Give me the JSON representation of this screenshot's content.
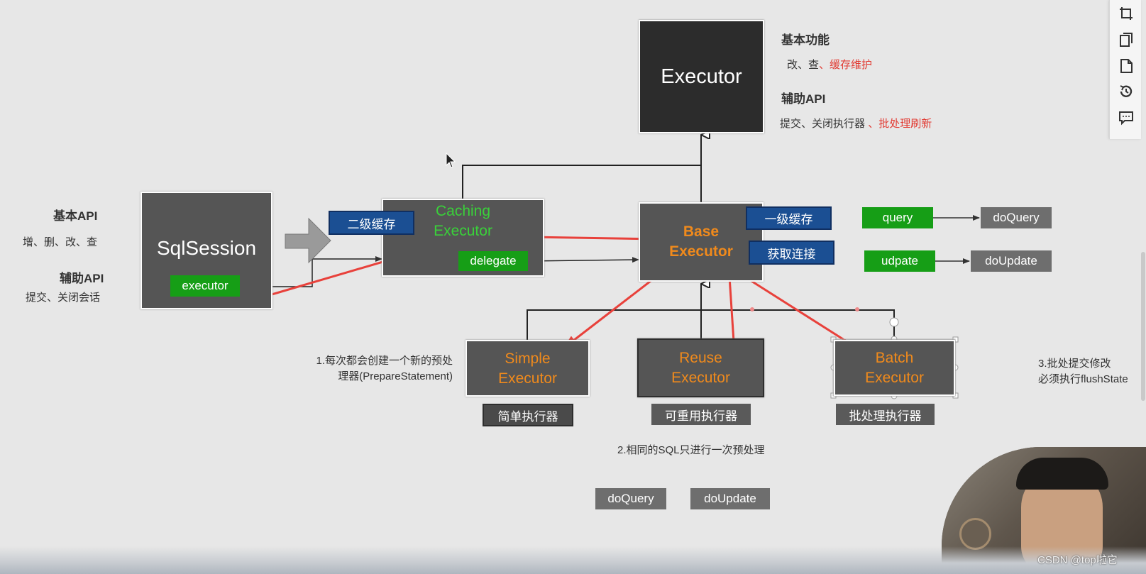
{
  "executor": {
    "title": "Executor"
  },
  "executor_info": {
    "basic_title": "基本功能",
    "basic_plain": "改、查",
    "basic_red": "、缓存维护",
    "aux_title": "辅助API",
    "aux_plain": "提交、关闭执行器",
    "aux_red": "、批处理刷新"
  },
  "sqlsession": {
    "title": "SqlSession",
    "field": "executor",
    "basic_api_title": "基本API",
    "basic_api_text": "增、删、改、查",
    "aux_api_title": "辅助API",
    "aux_api_text": "提交、关闭会话"
  },
  "caching": {
    "title": "Caching\nExecutor",
    "tag": "二级缓存",
    "field": "delegate"
  },
  "base": {
    "title": "Base\nExecutor",
    "tag1": "一级缓存",
    "tag2": "获取连接"
  },
  "methods": {
    "query": "query",
    "doQuery": "doQuery",
    "update": "udpate",
    "doUpdate": "doUpdate"
  },
  "subclasses": [
    {
      "title": "Simple\nExecutor",
      "caption": "简单执行器"
    },
    {
      "title": "Reuse\nExecutor",
      "caption": "可重用执行器"
    },
    {
      "title": "Batch\nExecutor",
      "caption": "批处理执行器"
    }
  ],
  "notes": {
    "n1_line1": "1.每次都会创建一个新的预处",
    "n1_line2": "理器(PrepareStatement)",
    "n2": "2.相同的SQL只进行一次预处理",
    "n3_line1": "3.批处提交修改",
    "n3_line2": "必须执行flushState"
  },
  "bottom": {
    "doQuery": "doQuery",
    "doUpdate": "doUpdate"
  },
  "watermark": "CSDN @top啦它",
  "toolbar_icons": [
    "crop-icon",
    "copy-icon",
    "page-icon",
    "history-icon",
    "comment-icon"
  ],
  "colors": {
    "arrow": "#e8413b",
    "green": "#169e16",
    "blue": "#1b4f93",
    "orange": "#f08a1c"
  }
}
